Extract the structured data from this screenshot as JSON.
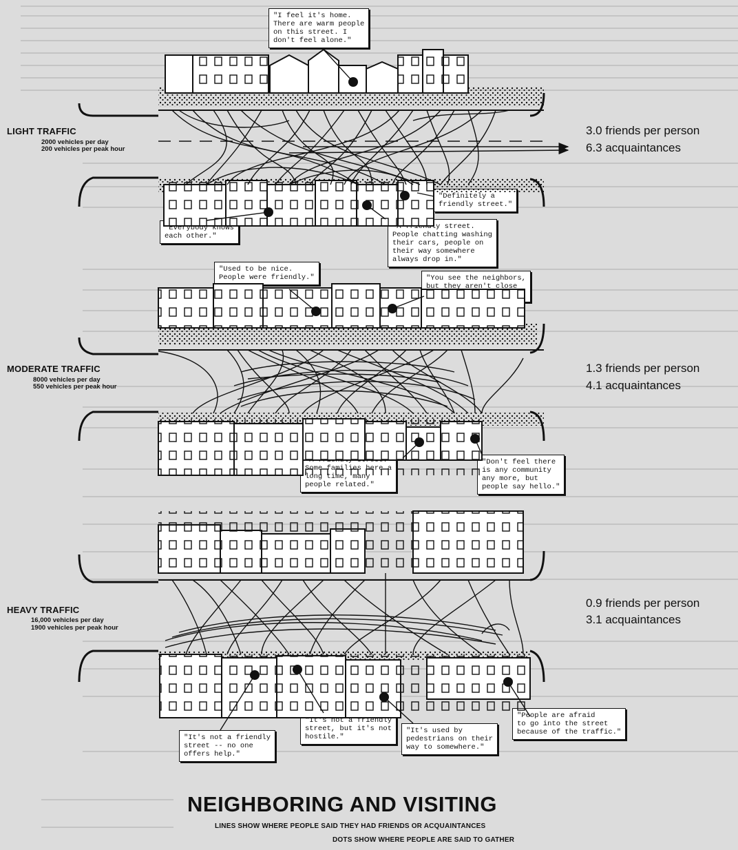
{
  "panels": [
    {
      "traffic_label": "LIGHT TRAFFIC",
      "vehicles_per_day": "2000  vehicles per day",
      "vehicles_per_peak_hour": "200  vehicles per peak hour",
      "friends": "3.0 friends per person",
      "acquaintances": "6.3 acquaintances",
      "quotes": [
        "\"I feel it's home.\nThere are warm people\non this street.  I\ndon't feel alone.\"",
        "\"Definitely a\nfriendly street.\"",
        "\"Everybody knows\neach other.\"",
        "\"A friendly street.\nPeople chatting washing\ntheir cars, people on\ntheir way somewhere\nalways drop in.\""
      ]
    },
    {
      "traffic_label": "MODERATE TRAFFIC",
      "vehicles_per_day": "8000  vehicles per day",
      "vehicles_per_peak_hour": "550  vehicles per peak hour",
      "friends": "1.3 friends per person",
      "acquaintances": "4.1 acquaintances",
      "quotes": [
        "\"Used to be nice.\nPeople were friendly.\"",
        "\"You see the neighbors,\nbut they aren't close\nfriends.\"",
        "\"A friendly street.\nSome families here a\nlong time, many\npeople related.\"",
        "\"Don't feel there\nis any community\nany more, but\npeople say hello.\""
      ]
    },
    {
      "traffic_label": "HEAVY TRAFFIC",
      "vehicles_per_day": "16,000  vehicles per day",
      "vehicles_per_peak_hour": "1900  vehicles per peak hour",
      "friends": "0.9 friends per person",
      "acquaintances": "3.1 acquaintances",
      "quotes": [
        "\"It's not a friendly\nstreet -- no one\noffers help.\"",
        "\"It's not a friendly\nstreet, but it's not\nhostile.\"",
        "\"It's used by\npedestrians on their\nway to somewhere.\"",
        "\"People are afraid\nto go into the street\nbecause of the traffic.\""
      ]
    }
  ],
  "title": "NEIGHBORING AND VISITING",
  "subtitle_lines": "LINES SHOW WHERE PEOPLE SAID THEY HAD FRIENDS OR ACQUAINTANCES",
  "subtitle_dots": "DOTS SHOW WHERE PEOPLE ARE SAID TO GATHER",
  "colors": {
    "ink": "#111111",
    "paper": "#dcdcdc",
    "ghost_text": "#c4c4c4"
  }
}
